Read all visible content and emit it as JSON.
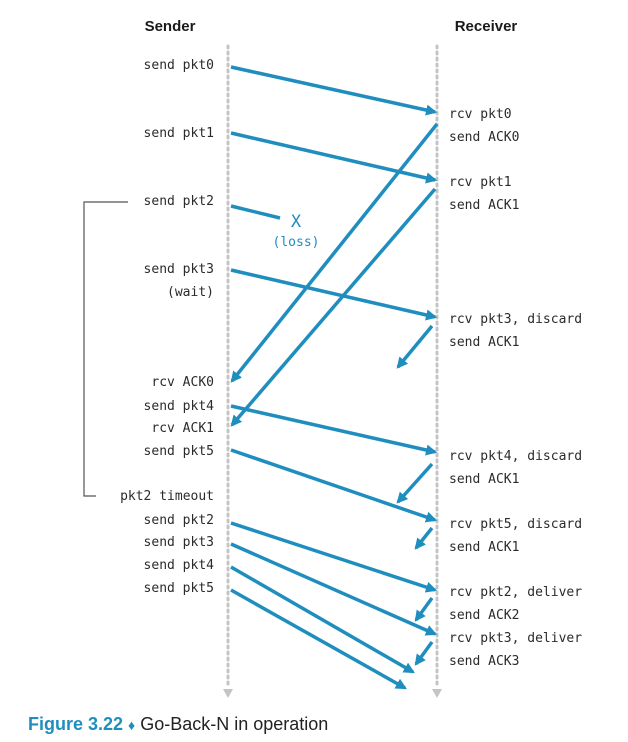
{
  "headers": {
    "sender": "Sender",
    "receiver": "Receiver"
  },
  "sender_events": [
    "send pkt0",
    "send pkt1",
    "send pkt2",
    "send pkt3",
    "(wait)",
    "rcv ACK0",
    "send pkt4",
    "rcv ACK1",
    "send pkt5",
    "pkt2 timeout",
    "send pkt2",
    "send pkt3",
    "send pkt4",
    "send pkt5"
  ],
  "receiver_events": [
    "rcv pkt0",
    "send ACK0",
    "rcv pkt1",
    "send ACK1",
    "rcv pkt3, discard",
    "send ACK1",
    "rcv pkt4, discard",
    "send ACK1",
    "rcv pkt5, discard",
    "send ACK1",
    "rcv pkt2, deliver",
    "send ACK2",
    "rcv pkt3, deliver",
    "send ACK3"
  ],
  "loss": {
    "mark": "X",
    "label": "(loss)"
  },
  "caption": {
    "figure": "Figure 3.22",
    "separator": "♦",
    "title": "Go-Back-N in operation"
  },
  "colors": {
    "arrow": "#1f8ebf",
    "timeline": "#c4c4c4",
    "text": "#2b2b2b"
  }
}
